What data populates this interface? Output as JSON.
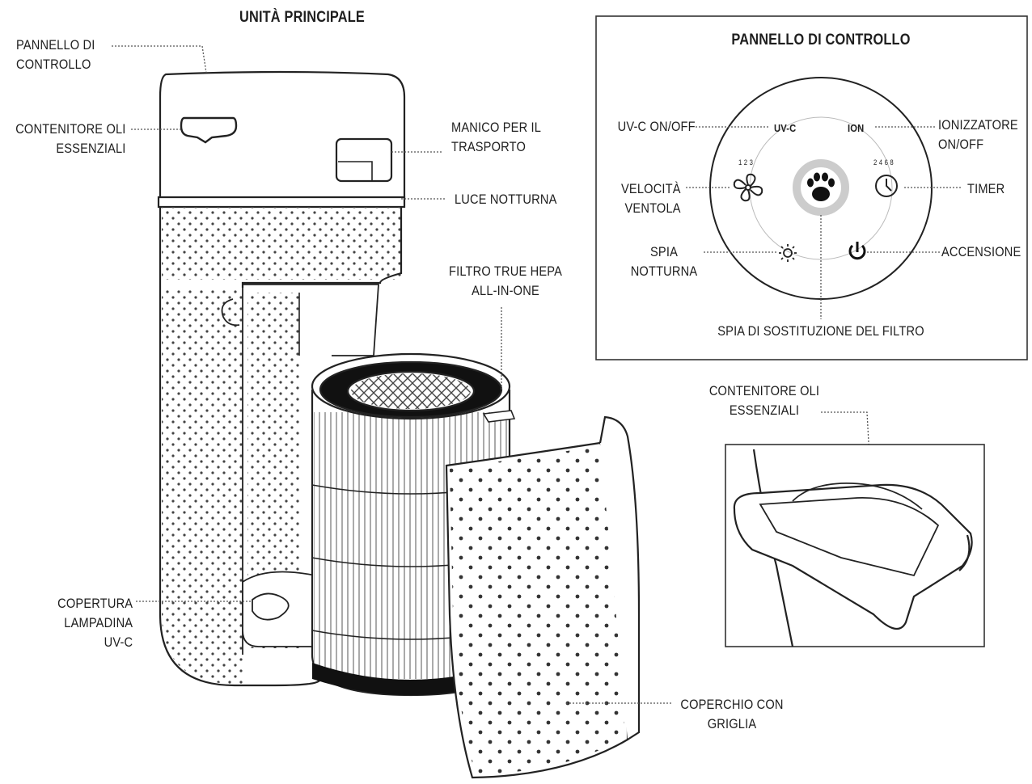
{
  "main_title": "UNITÀ PRINCIPALE",
  "panel": {
    "title": "PANNELLO DI CONTROLLO",
    "button_uvc": "UV-C",
    "button_ion": "ION",
    "fan_marks": "1  2  3",
    "timer_marks": "2  4  6  8",
    "labels": {
      "uvc": "UV-C ON/OFF",
      "ion": [
        "IONIZZATORE",
        "ON/OFF"
      ],
      "fan": [
        "VELOCITÀ",
        "VENTOLA"
      ],
      "timer": "TIMER",
      "night": [
        "SPIA",
        "NOTTURNA"
      ],
      "power": "ACCENSIONE",
      "filter": "SPIA DI SOSTITUZIONE DEL FILTRO"
    }
  },
  "unit_labels": {
    "control_panel": [
      "PANNELLO DI",
      "CONTROLLO"
    ],
    "oil_container": [
      "CONTENITORE OLI",
      "ESSENZIALI"
    ],
    "handle": [
      "MANICO PER IL",
      "TRASPORTO"
    ],
    "night_light": "LUCE NOTTURNA",
    "filter": [
      "FILTRO TRUE HEPA",
      "ALL-IN-ONE"
    ],
    "uvc_cover": [
      "COPERTURA",
      "LAMPADINA",
      "UV-C"
    ],
    "grille": [
      "COPERCHIO CON",
      "GRIGLIA"
    ]
  },
  "detail": {
    "label": [
      "CONTENITORE OLI",
      "ESSENZIALI"
    ]
  }
}
